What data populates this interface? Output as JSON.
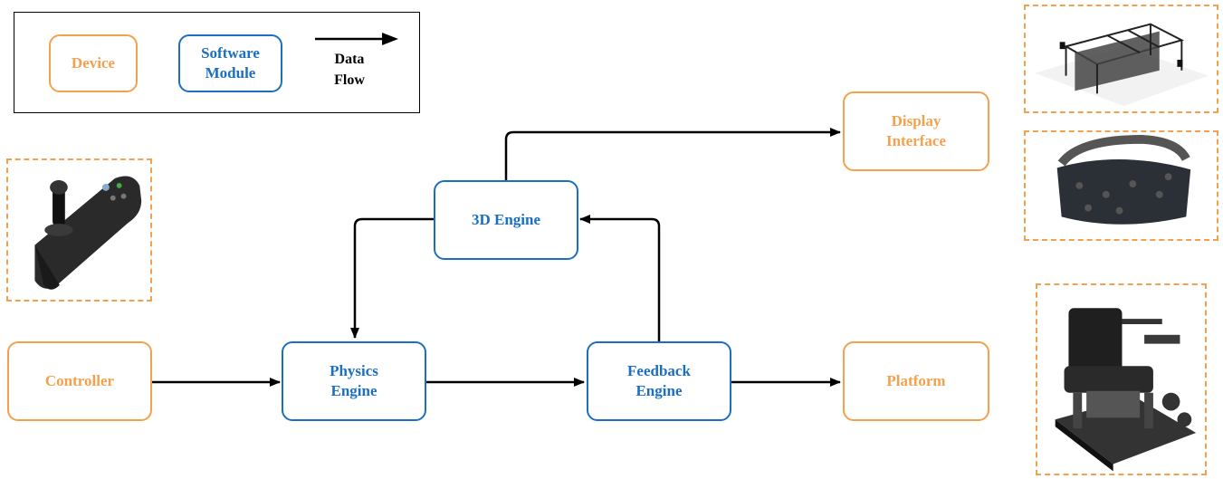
{
  "legend": {
    "device_label": "Device",
    "module_label": "Software\nModule",
    "flow_label": "Data\nFlow"
  },
  "nodes": {
    "controller": "Controller",
    "physics": "Physics\nEngine",
    "feedback": "Feedback\nEngine",
    "engine3d": "3D Engine",
    "display": "Display\nInterface",
    "platform": "Platform"
  },
  "images": [
    {
      "name": "joystick-controller-image",
      "depicts": "joystick controller"
    },
    {
      "name": "cave-display-image",
      "depicts": "projection display frame"
    },
    {
      "name": "vr-headset-image",
      "depicts": "VR headset"
    },
    {
      "name": "wheelchair-platform-image",
      "depicts": "wheelchair on motion platform"
    }
  ],
  "colors": {
    "device": "#f4a14d",
    "module": "#1b6fc2",
    "arrow": "#000000"
  }
}
